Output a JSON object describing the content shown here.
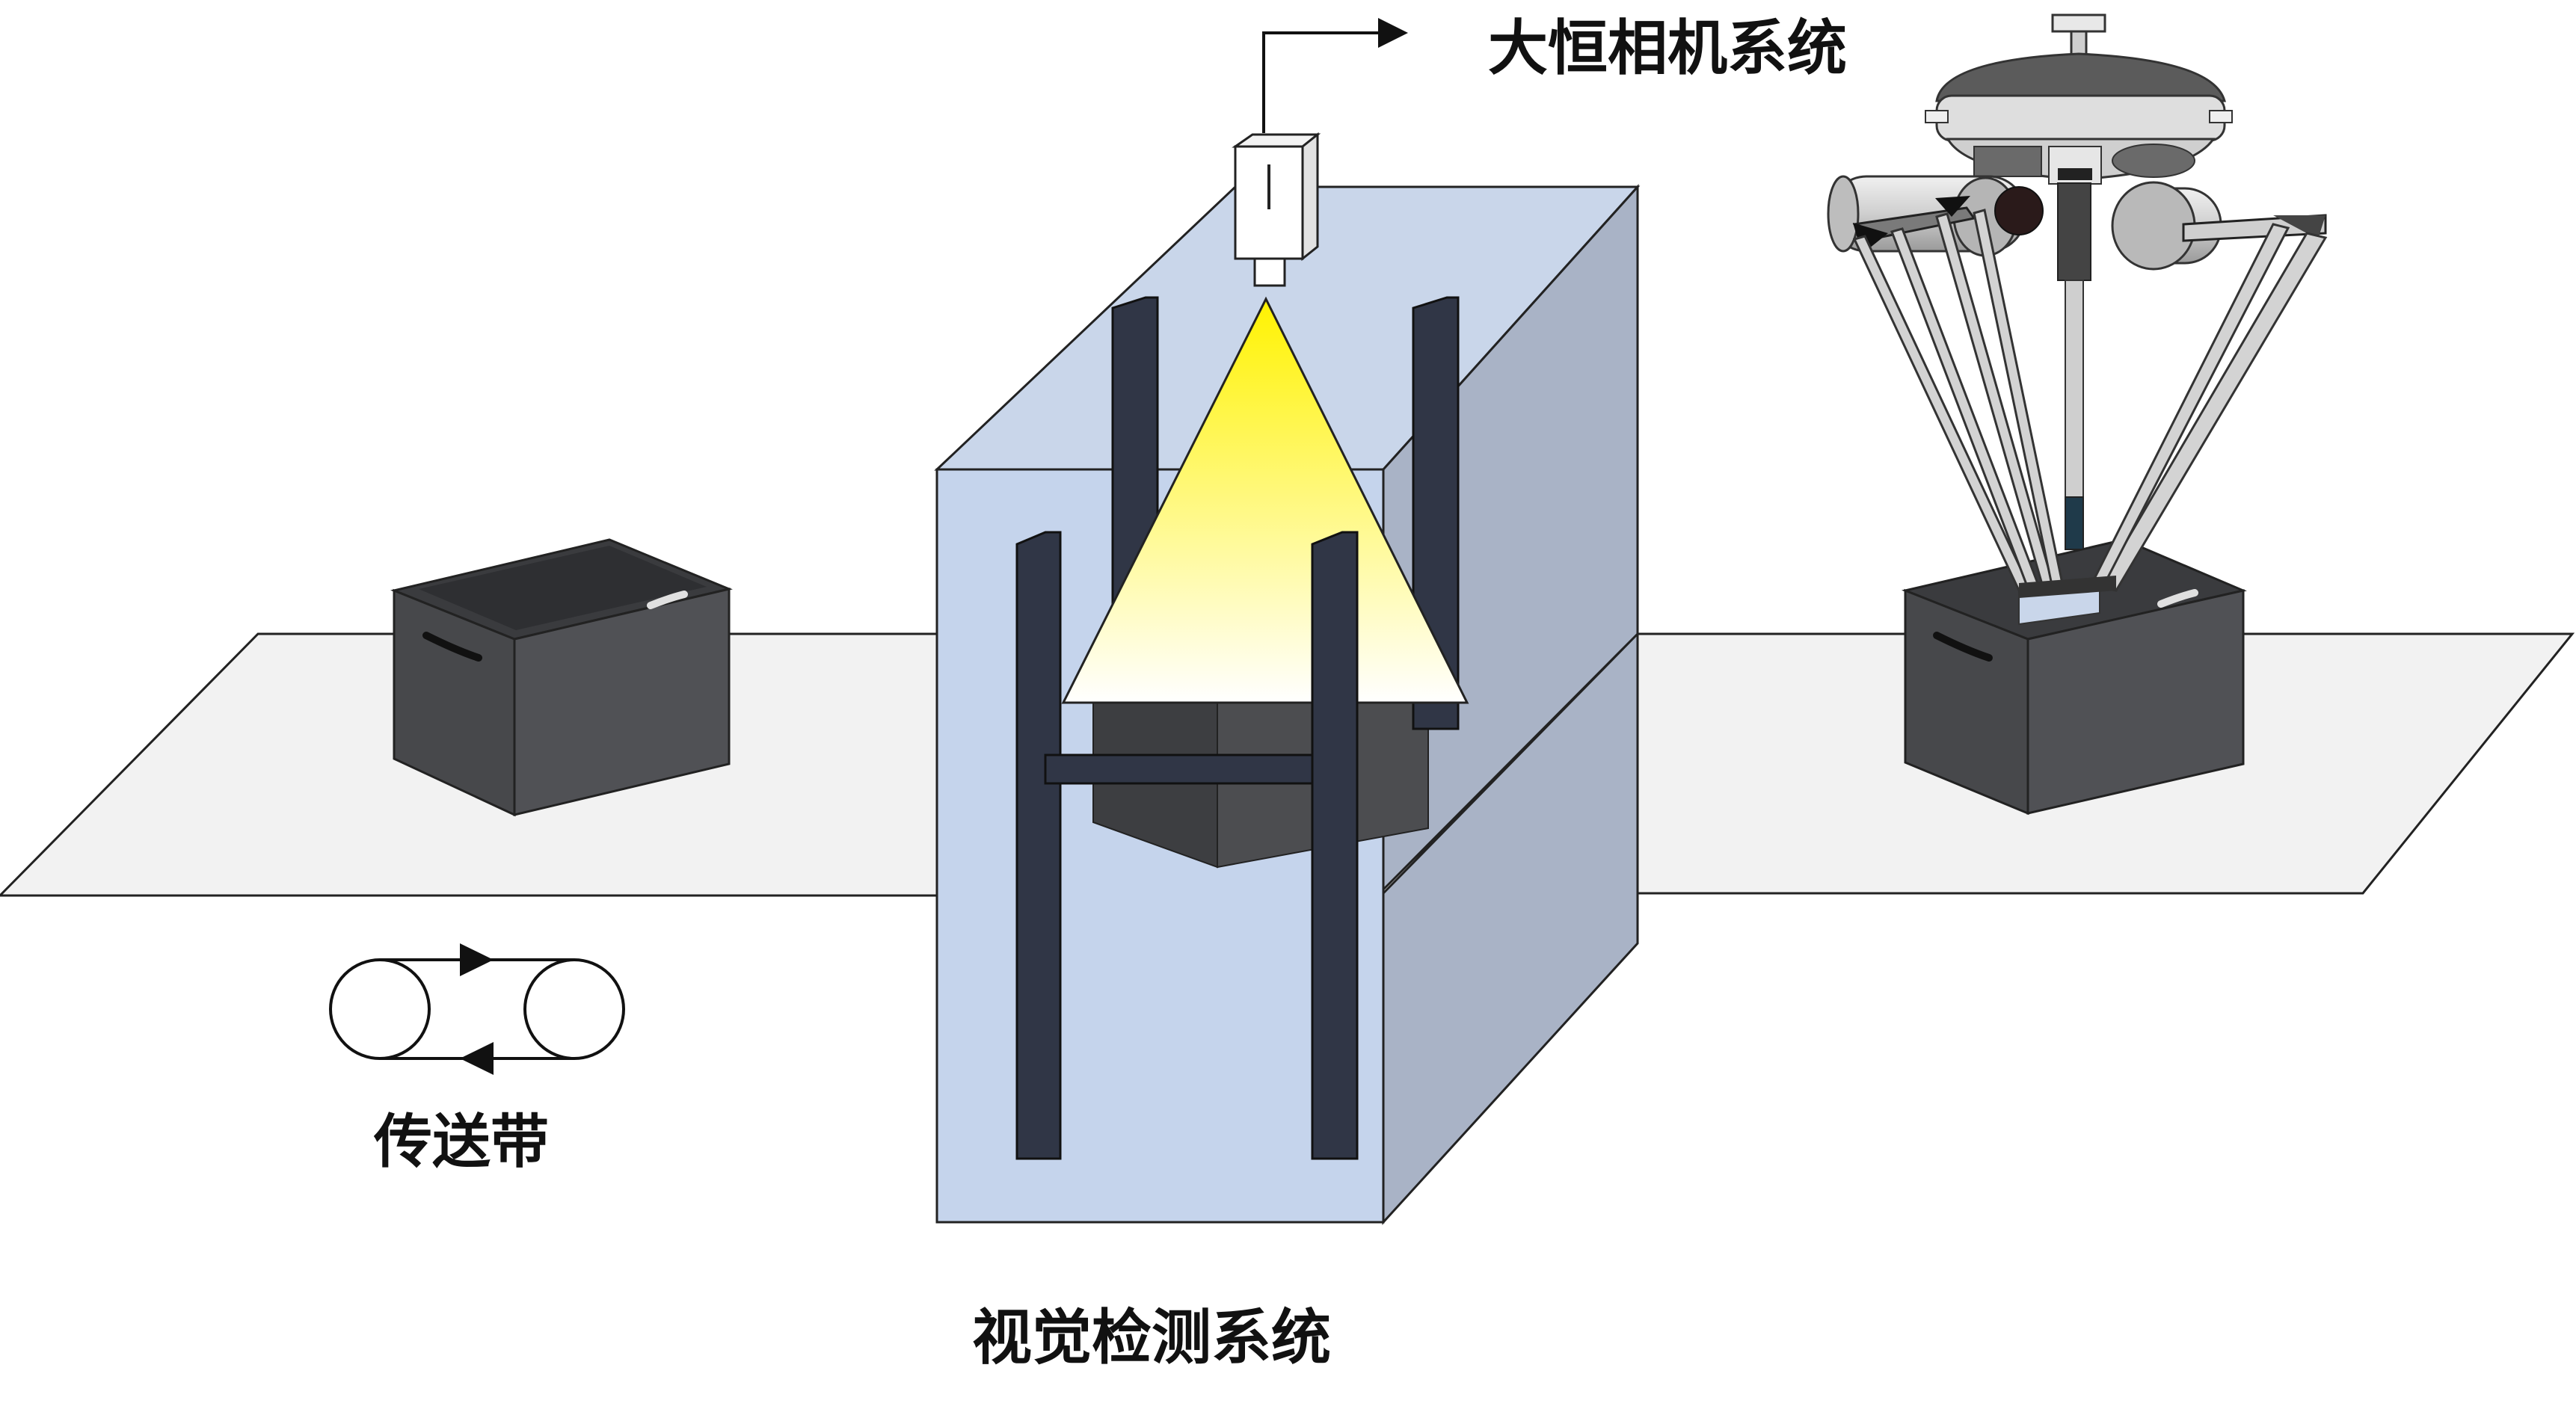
{
  "labels": {
    "camera_system": "大恒相机系统",
    "conveyor_belt": "传送带",
    "vision_inspection_system": "视觉检测系统"
  },
  "colors": {
    "belt_fill": "#f2f2f2",
    "belt_stroke": "#222222",
    "box_top": "#3a3b3e",
    "box_front": "#4a4b4e",
    "box_side": "#55565a",
    "cabinet_front": "#c5d4ec",
    "cabinet_top": "#c9d6ea",
    "cabinet_side": "#a9b3c6",
    "frame_post": "#303646",
    "light_cone_top": "#fff200",
    "light_cone_bottom": "#ffffff",
    "robot_body": "#d9d9d9",
    "robot_dark": "#555555"
  },
  "icons": [
    "camera-icon",
    "conveyor-rollers-icon",
    "delta-robot-icon",
    "crate-icon"
  ]
}
